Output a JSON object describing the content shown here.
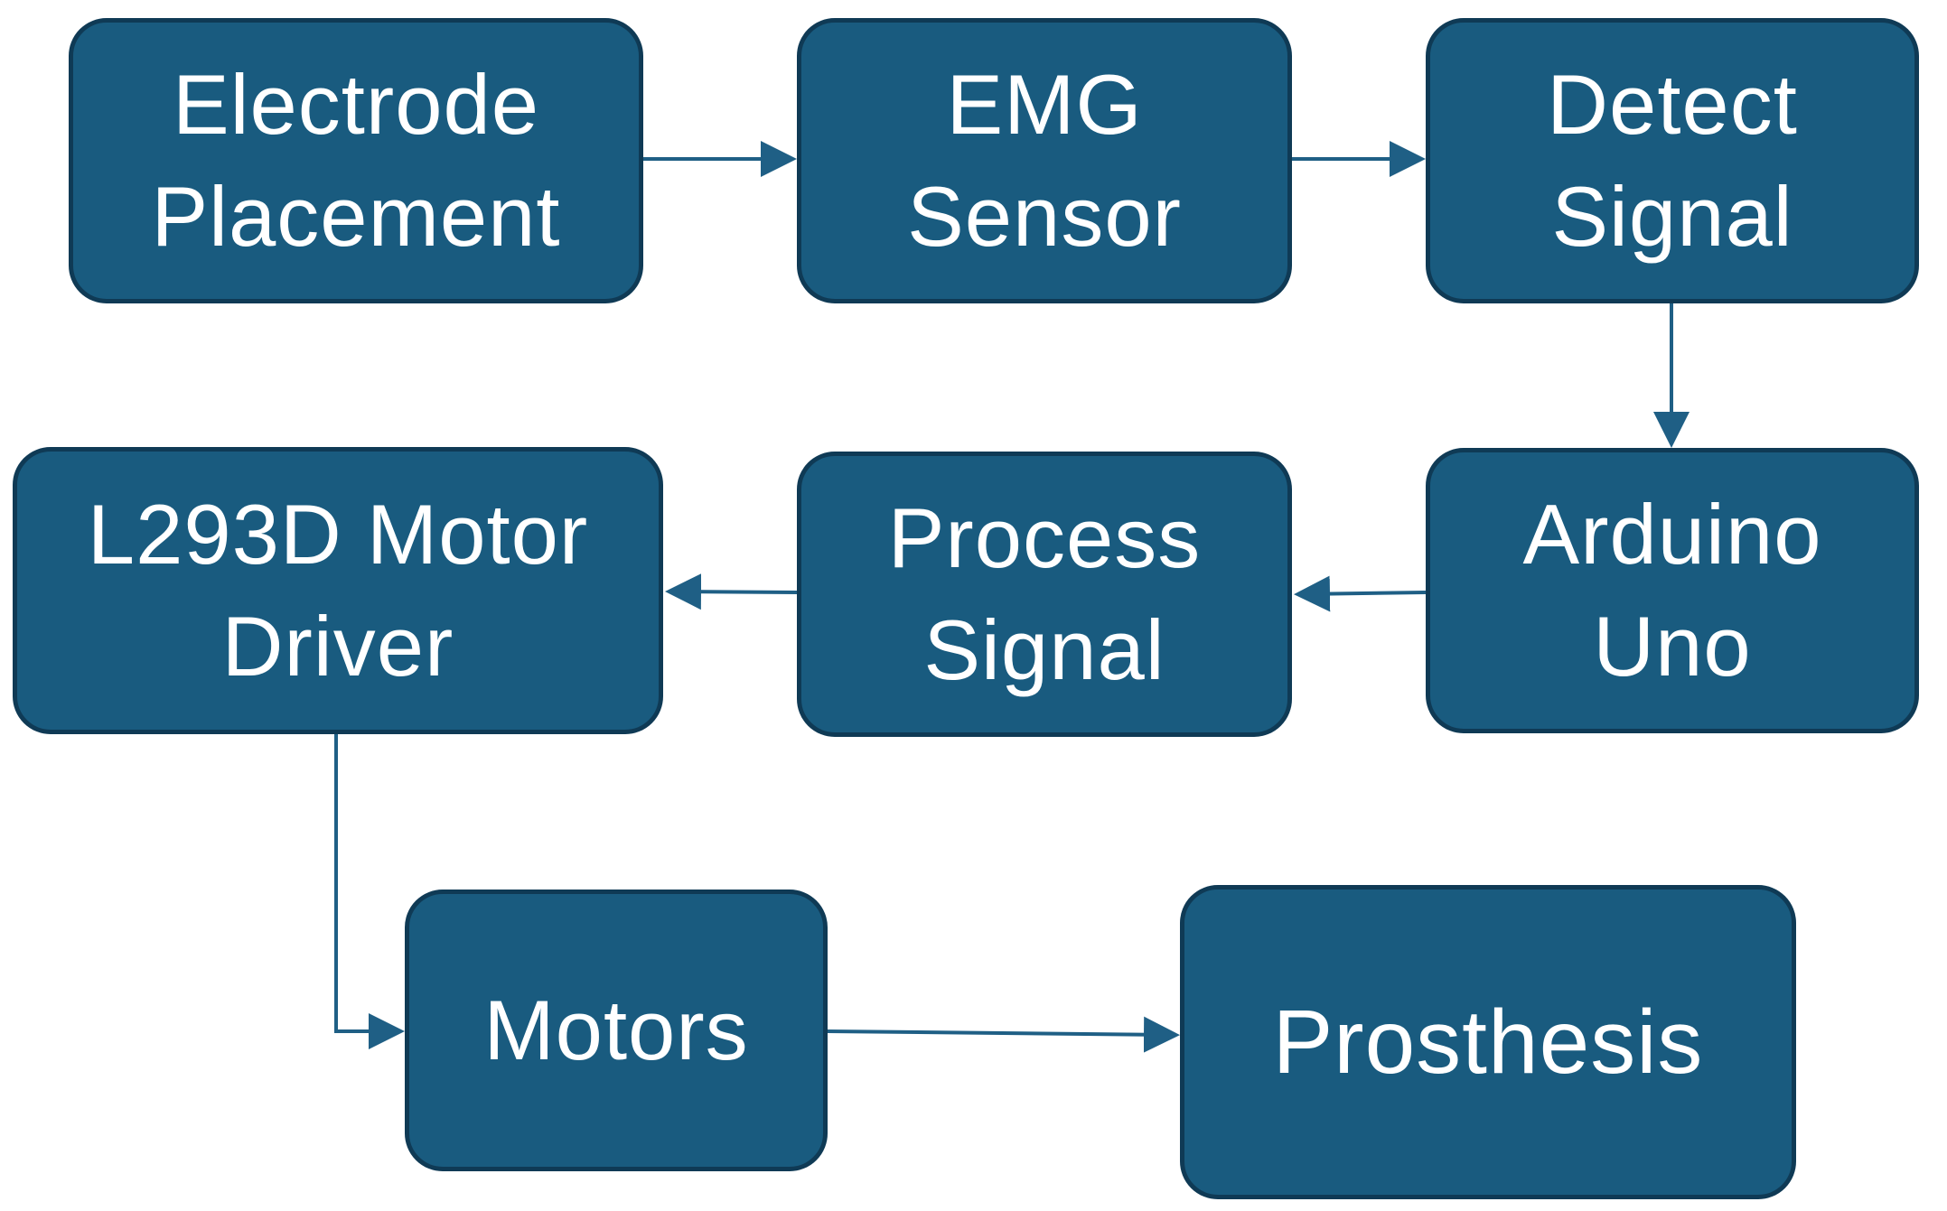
{
  "diagram": {
    "accent_color": "#195b7f",
    "border_color": "#0f3a55",
    "nodes": [
      {
        "id": "electrode",
        "lines": [
          "Electrode",
          "Placement"
        ]
      },
      {
        "id": "emg",
        "lines": [
          "EMG",
          "Sensor"
        ]
      },
      {
        "id": "detect",
        "lines": [
          "Detect",
          "Signal"
        ]
      },
      {
        "id": "arduino",
        "lines": [
          "Arduino",
          "Uno"
        ]
      },
      {
        "id": "process",
        "lines": [
          "Process",
          "Signal"
        ]
      },
      {
        "id": "driver",
        "lines": [
          "L293D Motor",
          "Driver"
        ]
      },
      {
        "id": "motors",
        "lines": [
          "Motors"
        ]
      },
      {
        "id": "prosthesis",
        "lines": [
          "Prosthesis"
        ]
      }
    ],
    "edges": [
      {
        "from": "electrode",
        "to": "emg"
      },
      {
        "from": "emg",
        "to": "detect"
      },
      {
        "from": "detect",
        "to": "arduino"
      },
      {
        "from": "arduino",
        "to": "process"
      },
      {
        "from": "process",
        "to": "driver"
      },
      {
        "from": "driver",
        "to": "motors"
      },
      {
        "from": "motors",
        "to": "prosthesis"
      }
    ]
  }
}
